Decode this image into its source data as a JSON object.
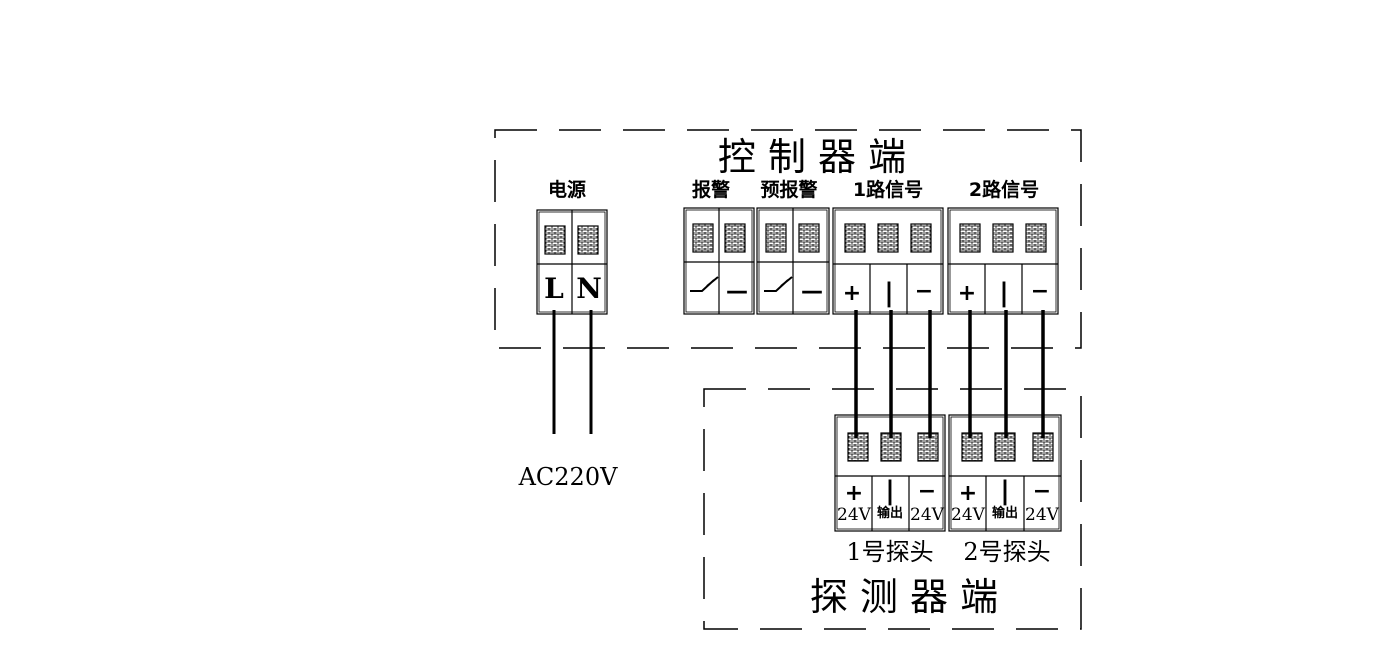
{
  "controller": {
    "title": "控 制 器 端",
    "power": {
      "label": "电源",
      "terminals": [
        "L",
        "N"
      ]
    },
    "alarm": {
      "label": "报警",
      "terminal": "—"
    },
    "pre_alarm": {
      "label": "预报警",
      "terminal": "—"
    },
    "signal_1": {
      "label": "1路信号",
      "terminals": [
        "+",
        "|",
        "−"
      ]
    },
    "signal_2": {
      "label": "2路信号",
      "terminals": [
        "+",
        "|",
        "−"
      ]
    }
  },
  "power_input": "AC220V",
  "detector": {
    "title": "探 测 器 端",
    "probe_1": {
      "label": "1号探头",
      "terminals": [
        "+",
        "|",
        "−"
      ],
      "sub_labels": [
        "24V",
        "输出",
        "24V"
      ]
    },
    "probe_2": {
      "label": "2号探头",
      "terminals": [
        "+",
        "|",
        "−"
      ],
      "sub_labels": [
        "24V",
        "输出",
        "24V"
      ]
    }
  }
}
